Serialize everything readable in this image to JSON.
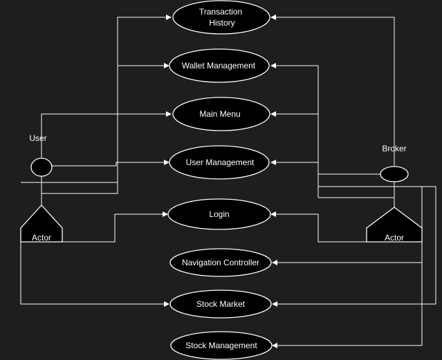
{
  "diagram": {
    "actors": {
      "user": {
        "role_label": "User",
        "type_label": "Actor"
      },
      "broker": {
        "role_label": "Broker",
        "type_label": "Actor"
      }
    },
    "use_cases": {
      "transaction_history": {
        "line1": "Transaction",
        "line2": "History"
      },
      "wallet_management": "Wallet Management",
      "main_menu": "Main Menu",
      "user_management": "User Management",
      "login": "Login",
      "navigation_controller": "Navigation Controller",
      "stock_market": "Stock Market",
      "stock_management": "Stock Management"
    },
    "colors": {
      "background": "#1e1e1e",
      "shape_fill": "#000000",
      "stroke": "#ffffff",
      "text": "#ffffff"
    }
  }
}
